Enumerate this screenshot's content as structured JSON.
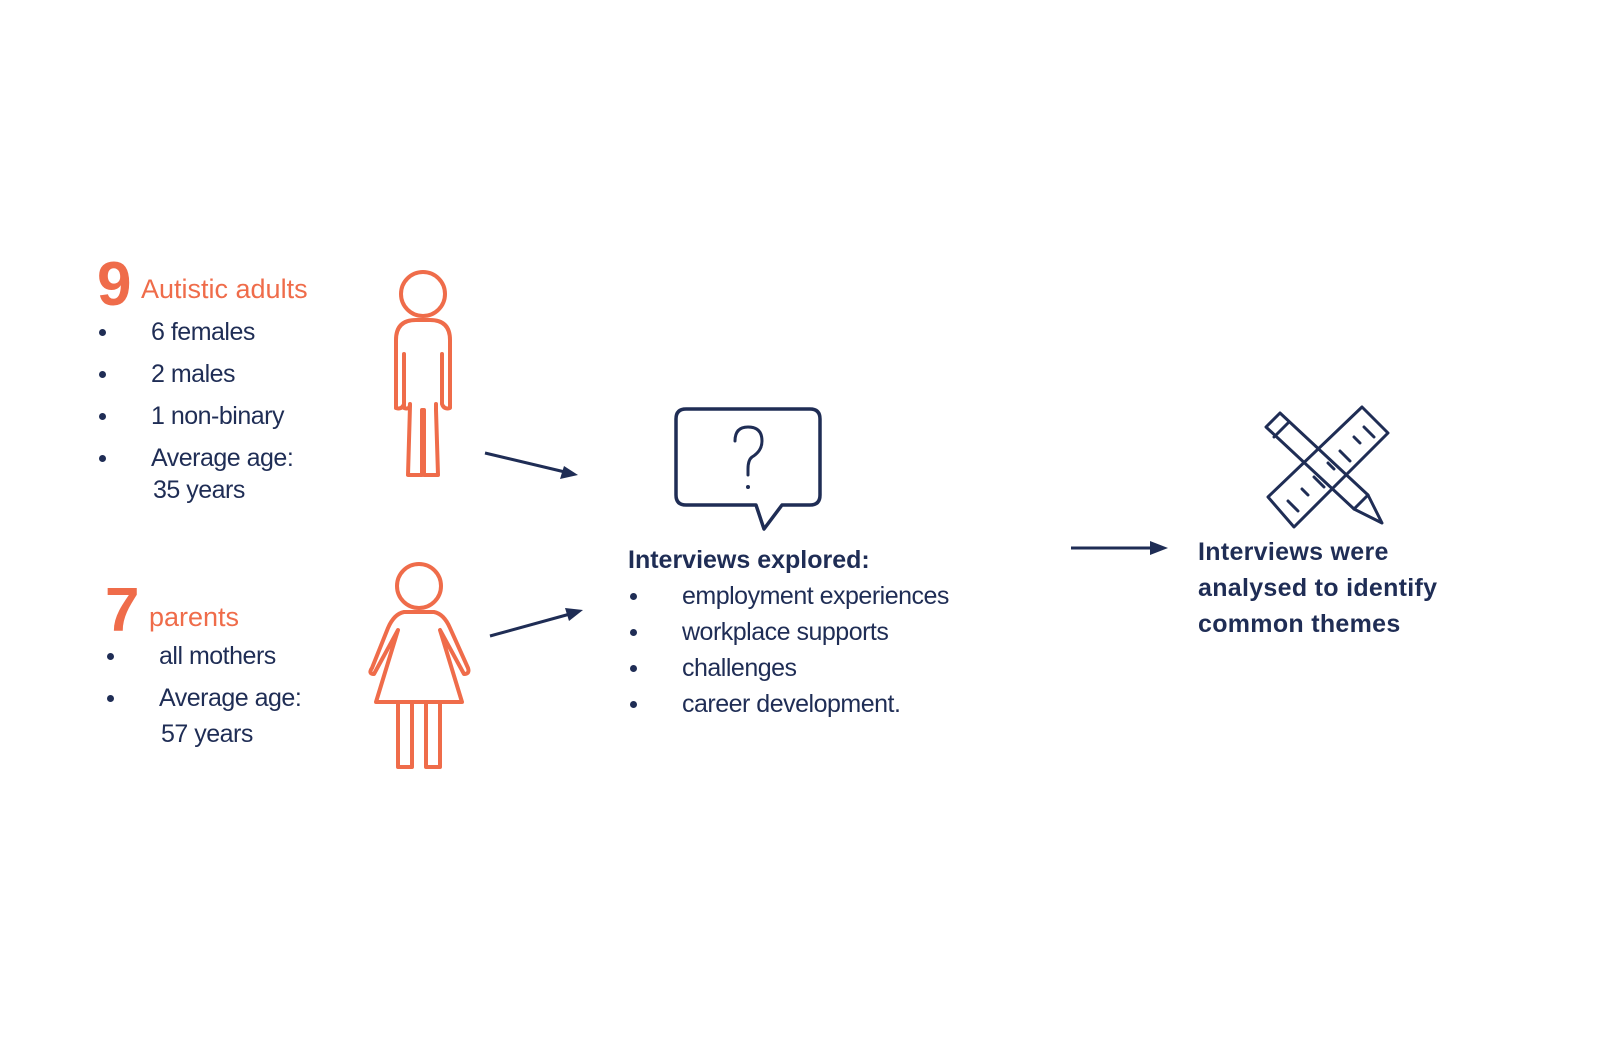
{
  "adults": {
    "count": "9",
    "label": "Autistic adults",
    "items": [
      "6 females",
      "2 males",
      "1 non-binary",
      "Average age:",
      "35 years"
    ]
  },
  "parents": {
    "count": "7",
    "label": "parents",
    "items": [
      "all mothers",
      "Average age:",
      "57 years"
    ]
  },
  "interviews": {
    "heading": "Interviews explored:",
    "topics": [
      "employment experiences",
      "workplace supports",
      "challenges",
      "career development."
    ]
  },
  "result": {
    "lines": [
      "Interviews were",
      "analysed to identify",
      "common themes"
    ]
  },
  "icons": {
    "person": "person-icon",
    "woman": "woman-icon",
    "speech": "speech-bubble-question-icon",
    "tools": "pencil-ruler-icon"
  },
  "colors": {
    "accent": "#ef6c4a",
    "text": "#1f2d55"
  }
}
